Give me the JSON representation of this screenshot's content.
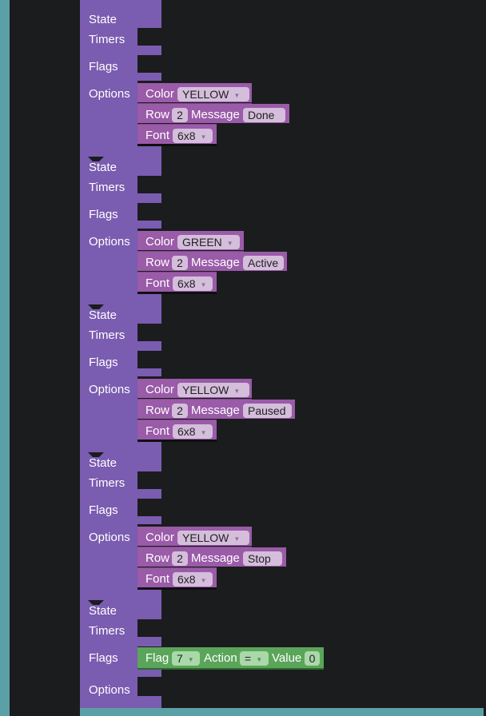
{
  "labels": {
    "state": "State",
    "timers": "Timers",
    "flags": "Flags",
    "options": "Options",
    "color": "Color",
    "row": "Row",
    "message": "Message",
    "font": "Font",
    "flag": "Flag",
    "action": "Action",
    "value": "Value"
  },
  "colors": {
    "state_block": "#7a5cb0",
    "option_block": "#9a5ba8",
    "flag_block": "#5ba55b",
    "workspace": "#1b1c1e",
    "frame": "#5ba0a7"
  },
  "states": [
    {
      "options": {
        "color": "YELLOW",
        "row": "2",
        "message": "Done",
        "font": "6x8"
      }
    },
    {
      "options": {
        "color": "GREEN",
        "row": "2",
        "message": "Active",
        "font": "6x8"
      }
    },
    {
      "options": {
        "color": "YELLOW",
        "row": "2",
        "message": "Paused",
        "font": "6x8"
      }
    },
    {
      "options": {
        "color": "YELLOW",
        "row": "2",
        "message": "Stop",
        "font": "6x8"
      }
    },
    {
      "flag_block": {
        "flag": "7",
        "action": "=",
        "value": "0"
      }
    }
  ]
}
